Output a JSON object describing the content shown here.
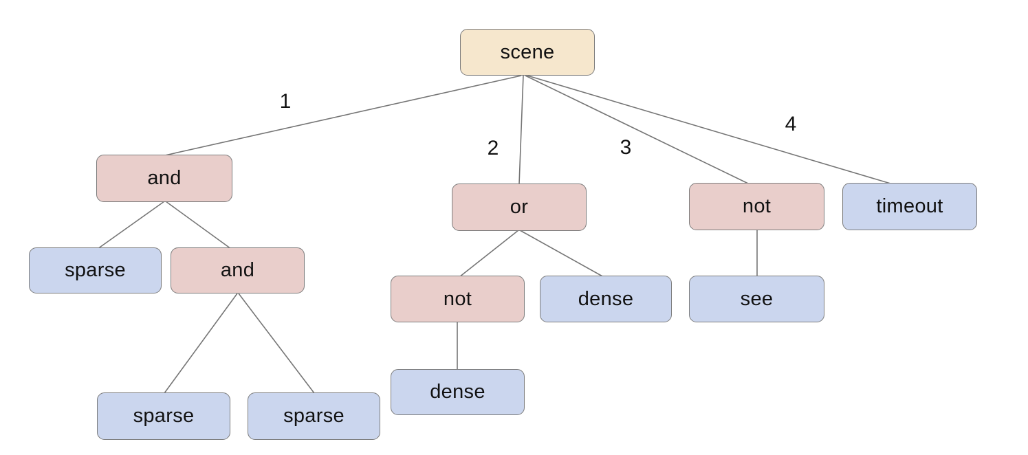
{
  "diagram": {
    "nodes": [
      {
        "id": "scene",
        "label": "scene",
        "role": "root"
      },
      {
        "id": "and-1",
        "label": "and",
        "role": "operator"
      },
      {
        "id": "or-1",
        "label": "or",
        "role": "operator"
      },
      {
        "id": "not-1",
        "label": "not",
        "role": "operator"
      },
      {
        "id": "timeout-1",
        "label": "timeout",
        "role": "leaf"
      },
      {
        "id": "sparse-1",
        "label": "sparse",
        "role": "leaf"
      },
      {
        "id": "and-2",
        "label": "and",
        "role": "operator"
      },
      {
        "id": "not-2",
        "label": "not",
        "role": "operator"
      },
      {
        "id": "dense-1",
        "label": "dense",
        "role": "leaf"
      },
      {
        "id": "see-1",
        "label": "see",
        "role": "leaf"
      },
      {
        "id": "sparse-2",
        "label": "sparse",
        "role": "leaf"
      },
      {
        "id": "sparse-3",
        "label": "sparse",
        "role": "leaf"
      },
      {
        "id": "dense-2",
        "label": "dense",
        "role": "leaf"
      }
    ],
    "edges": [
      {
        "from": "scene",
        "to": "and-1",
        "label": "1"
      },
      {
        "from": "scene",
        "to": "or-1",
        "label": "2"
      },
      {
        "from": "scene",
        "to": "not-1",
        "label": "3"
      },
      {
        "from": "scene",
        "to": "timeout-1",
        "label": "4"
      },
      {
        "from": "and-1",
        "to": "sparse-1",
        "label": ""
      },
      {
        "from": "and-1",
        "to": "and-2",
        "label": ""
      },
      {
        "from": "and-2",
        "to": "sparse-2",
        "label": ""
      },
      {
        "from": "and-2",
        "to": "sparse-3",
        "label": ""
      },
      {
        "from": "or-1",
        "to": "not-2",
        "label": ""
      },
      {
        "from": "or-1",
        "to": "dense-1",
        "label": ""
      },
      {
        "from": "not-2",
        "to": "dense-2",
        "label": ""
      },
      {
        "from": "not-1",
        "to": "see-1",
        "label": ""
      }
    ],
    "colors": {
      "root_fill": "#f6e7cd",
      "operator_fill": "#e9cecb",
      "leaf_fill": "#cbd6ee",
      "node_border": "#7b7b7b",
      "edge_line": "#757575",
      "text": "#111111",
      "background": "#ffffff"
    }
  }
}
